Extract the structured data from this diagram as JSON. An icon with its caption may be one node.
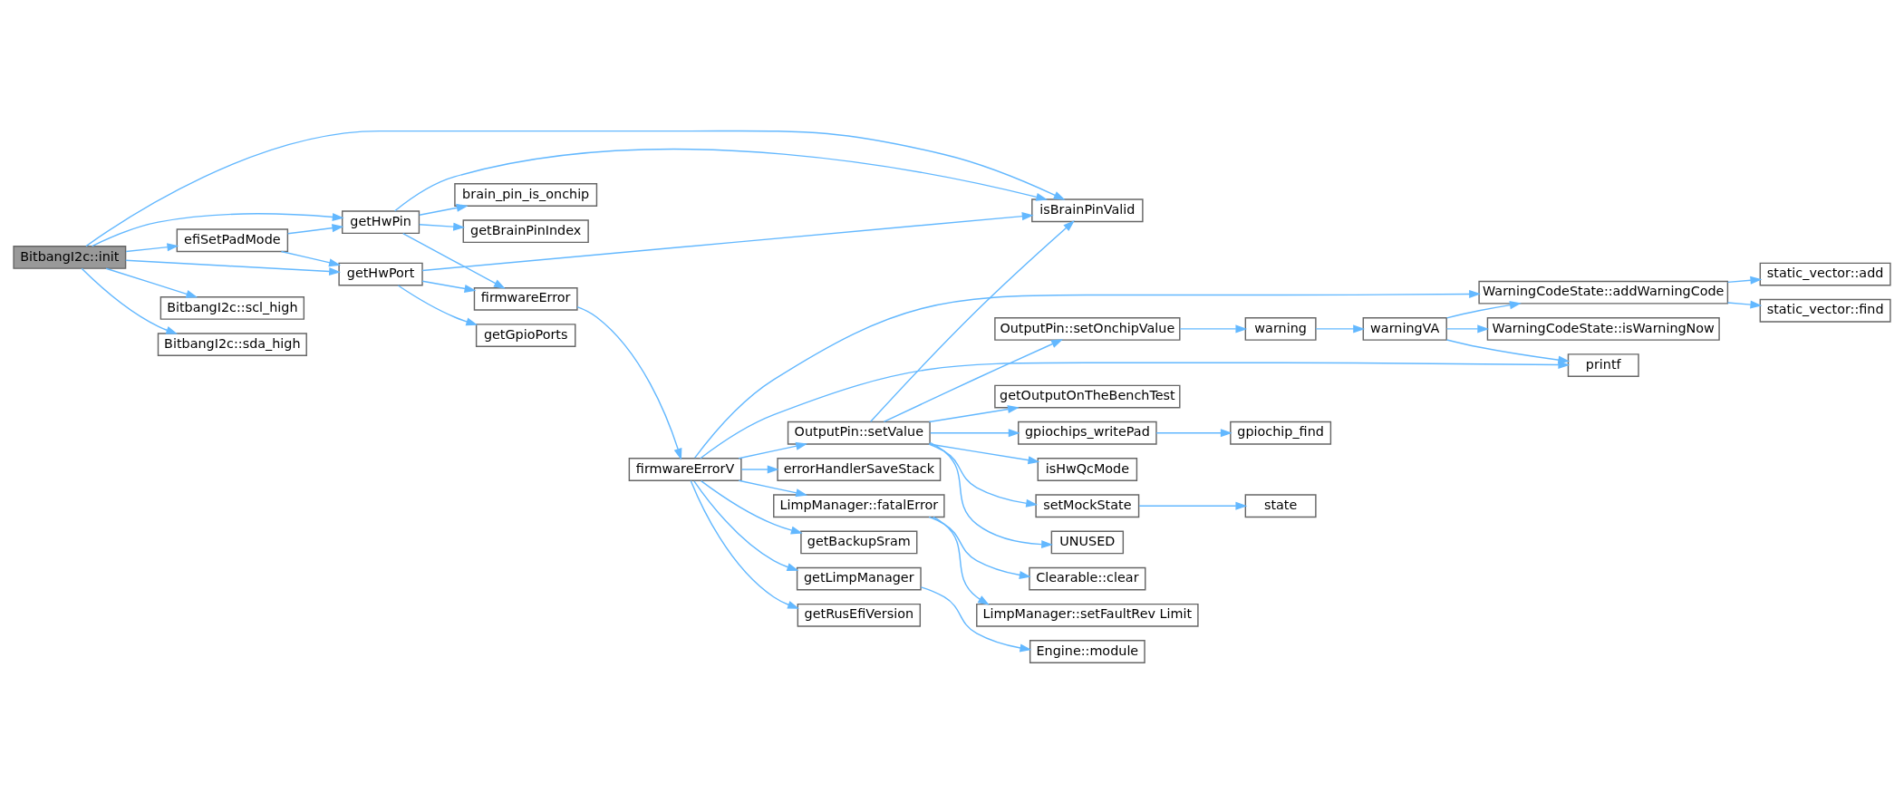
{
  "diagram": {
    "nodes": [
      {
        "text": [
          "BitbangI2c::init"
        ]
      },
      {
        "text": [
          "getHwPin"
        ]
      },
      {
        "text": [
          "efiSetPadMode"
        ]
      },
      {
        "text": [
          "getHwPort"
        ]
      },
      {
        "text": [
          "isBrainPinValid"
        ]
      },
      {
        "text": [
          "BitbangI2c::scl_high"
        ]
      },
      {
        "text": [
          "BitbangI2c::sda_high"
        ]
      },
      {
        "text": [
          "brain_pin_is_onchip"
        ]
      },
      {
        "text": [
          "firmwareError"
        ]
      },
      {
        "text": [
          "getBrainPinIndex"
        ]
      },
      {
        "text": [
          "getGpioPorts"
        ]
      },
      {
        "text": [
          "firmwareErrorV"
        ]
      },
      {
        "text": [
          "WarningCodeState::addWarningCode"
        ]
      },
      {
        "text": [
          "errorHandlerSaveStack"
        ]
      },
      {
        "text": [
          "LimpManager::fatalError"
        ]
      },
      {
        "text": [
          "getBackupSram"
        ]
      },
      {
        "text": [
          "getLimpManager"
        ]
      },
      {
        "text": [
          "getRusEfiVersion"
        ]
      },
      {
        "text": [
          "printf"
        ]
      },
      {
        "text": [
          "OutputPin::setValue"
        ]
      },
      {
        "text": [
          "Clearable::clear"
        ]
      },
      {
        "text": [
          "LimpManager::setFaultRev Limit"
        ]
      },
      {
        "text": [
          "Engine::module"
        ]
      },
      {
        "text": [
          "getOutputOnTheBenchTest"
        ]
      },
      {
        "text": [
          "gpiochips_writePad"
        ]
      },
      {
        "text": [
          "gpiochip_find"
        ]
      },
      {
        "text": [
          "isHwQcMode"
        ]
      },
      {
        "text": [
          "setMockState"
        ]
      },
      {
        "text": [
          "state"
        ]
      },
      {
        "text": [
          "OutputPin::setOnchipValue"
        ]
      },
      {
        "text": [
          "warning"
        ]
      },
      {
        "text": [
          "UNUSED"
        ]
      },
      {
        "text": [
          "warningVA"
        ]
      },
      {
        "text": [
          "static_vector::add"
        ]
      },
      {
        "text": [
          "static_vector::find"
        ]
      },
      {
        "text": [
          "WarningCodeState::isWarningNow"
        ]
      }
    ],
    "edges": [
      {
        "from": 0,
        "to": 1,
        "arrow": "to"
      },
      {
        "from": 0,
        "to": 2,
        "arrow": "to"
      },
      {
        "from": 0,
        "to": 3,
        "arrow": "to"
      },
      {
        "from": 0,
        "to": 4,
        "arrow": "to"
      },
      {
        "from": 0,
        "to": 5,
        "arrow": "to"
      },
      {
        "from": 0,
        "to": 6,
        "arrow": "to"
      },
      {
        "from": 2,
        "to": 1,
        "arrow": "to"
      },
      {
        "from": 2,
        "to": 3,
        "arrow": "to"
      },
      {
        "from": 1,
        "to": 7,
        "arrow": "to"
      },
      {
        "from": 1,
        "to": 8,
        "arrow": "to"
      },
      {
        "from": 1,
        "to": 9,
        "arrow": "to"
      },
      {
        "from": 1,
        "to": 4,
        "arrow": "to"
      },
      {
        "from": 3,
        "to": 8,
        "arrow": "to"
      },
      {
        "from": 3,
        "to": 10,
        "arrow": "to"
      },
      {
        "from": 3,
        "to": 4,
        "arrow": "to"
      },
      {
        "from": 8,
        "to": 11,
        "arrow": "to"
      },
      {
        "from": 11,
        "to": 12,
        "arrow": "to"
      },
      {
        "from": 11,
        "to": 13,
        "arrow": "to"
      },
      {
        "from": 11,
        "to": 14,
        "arrow": "to"
      },
      {
        "from": 11,
        "to": 15,
        "arrow": "to"
      },
      {
        "from": 11,
        "to": 16,
        "arrow": "to"
      },
      {
        "from": 11,
        "to": 17,
        "arrow": "to"
      },
      {
        "from": 11,
        "to": 18,
        "arrow": "to"
      },
      {
        "from": 11,
        "to": 19,
        "arrow": "to"
      },
      {
        "from": 14,
        "to": 20,
        "arrow": "to"
      },
      {
        "from": 14,
        "to": 21,
        "arrow": "to"
      },
      {
        "from": 16,
        "to": 22,
        "arrow": "to"
      },
      {
        "from": 19,
        "to": 23,
        "arrow": "to"
      },
      {
        "from": 19,
        "to": 24,
        "arrow": "to"
      },
      {
        "from": 19,
        "to": 26,
        "arrow": "to"
      },
      {
        "from": 19,
        "to": 27,
        "arrow": "to"
      },
      {
        "from": 19,
        "to": 29,
        "arrow": "to"
      },
      {
        "from": 19,
        "to": 31,
        "arrow": "to"
      },
      {
        "from": 19,
        "to": 4,
        "arrow": "to"
      },
      {
        "from": 24,
        "to": 25,
        "arrow": "to"
      },
      {
        "from": 27,
        "to": 28,
        "arrow": "to"
      },
      {
        "from": 29,
        "to": 30,
        "arrow": "to"
      },
      {
        "from": 30,
        "to": 32,
        "arrow": "to"
      },
      {
        "from": 32,
        "to": 12,
        "arrow": "to"
      },
      {
        "from": 32,
        "to": 18,
        "arrow": "to"
      },
      {
        "from": 32,
        "to": 35,
        "arrow": "to"
      },
      {
        "from": 12,
        "to": 33,
        "arrow": "to"
      },
      {
        "from": 12,
        "to": 34,
        "arrow": "to"
      }
    ]
  }
}
